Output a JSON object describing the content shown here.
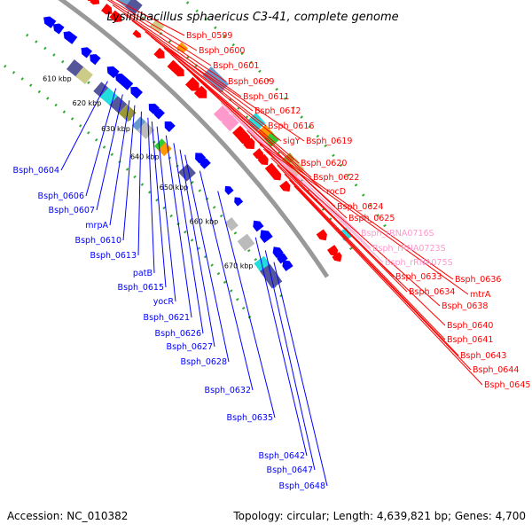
{
  "title": "Lysinibacillus sphaericus C3-41, complete genome",
  "accession": "Accession: NC_010382",
  "topology": "Topology: circular; Length: 4,639,821 bp; Genes: 4,700",
  "colors": {
    "backbone": "#999999",
    "forward_cds": "#ff0000",
    "reverse_cds": "#0000ff",
    "rna": "#ff99cc",
    "cog_purple": "#55559a",
    "cog_cyan": "#22dddd",
    "cog_olive": "#999933",
    "cog_green": "#33cc33",
    "cog_orange": "#ff9900",
    "cog_tan": "#cccc88",
    "cog_grey": "#bbbbbb",
    "cog_steel": "#6699cc",
    "tick_green": "#33aa33"
  },
  "kbp_labels": [
    "610 kbp",
    "620 kbp",
    "630 kbp",
    "640 kbp",
    "650 kbp",
    "660 kbp",
    "670 kbp"
  ],
  "labels_right": [
    "Bsph_0599",
    "Bsph_0600",
    "Bsph_0601",
    "Bsph_0609",
    "Bsph_0611",
    "Bsph_0612",
    "Bsph_0616",
    "sigY",
    "Bsph_0619",
    "Bsph_0620",
    "Bsph_0622",
    "rocD",
    "Bsph_0624",
    "Bsph_0625",
    "Bsph_rRNA0716S",
    "Bsph_rRNA0723S",
    "Bsph_rRNA075S",
    "Bsph_0633",
    "Bsph_0636",
    "Bsph_0634",
    "mtrA",
    "Bsph_0638",
    "Bsph_0640",
    "Bsph_0641",
    "Bsph_0643",
    "Bsph_0644",
    "Bsph_0645"
  ],
  "labels_left": [
    "Bsph_0604",
    "Bsph_0606",
    "Bsph_0607",
    "mrpA",
    "Bsph_0610",
    "Bsph_0613",
    "patB",
    "Bsph_0615",
    "yocR",
    "Bsph_0621",
    "Bsph_0626",
    "Bsph_0627",
    "Bsph_0628",
    "Bsph_0632",
    "Bsph_0635",
    "Bsph_0642",
    "Bsph_0647",
    "Bsph_0648"
  ]
}
